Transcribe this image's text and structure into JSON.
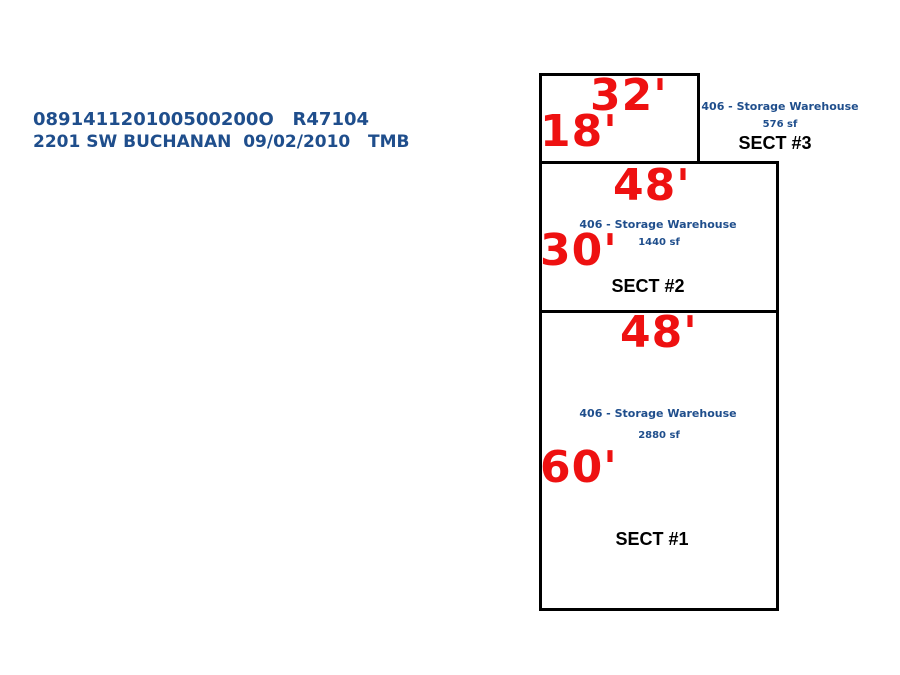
{
  "header": {
    "line1": "089141120100500200O   R47104",
    "line2": "2201 SW BUCHANAN  09/02/2010   TMB"
  },
  "sections": {
    "s3": {
      "label": "SECT #3",
      "use": "406 - Storage Warehouse",
      "area": "576 sf",
      "width": "32'",
      "depth": "18'"
    },
    "s2": {
      "label": "SECT #2",
      "use": "406 - Storage Warehouse",
      "area": "1440 sf",
      "width": "48'",
      "depth": "30'"
    },
    "s1": {
      "label": "SECT #1",
      "use": "406 - Storage Warehouse",
      "area": "2880 sf",
      "width": "48'",
      "depth": "60'"
    }
  },
  "colors": {
    "header_text": "#1f4e8c",
    "dimension_text": "#ee1111",
    "outline": "#000000"
  }
}
